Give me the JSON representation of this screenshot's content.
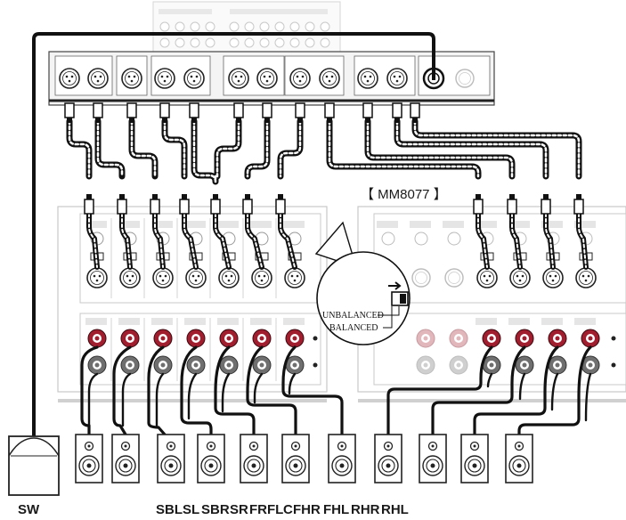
{
  "model_label": "【 MM8077 】",
  "callout": {
    "unbalanced": "UNBALANCED",
    "balanced": "BALANCED"
  },
  "speakers": [
    {
      "code": "SW",
      "type": "subwoofer"
    },
    {
      "code": "SBL",
      "type": "speaker"
    },
    {
      "code": "SL",
      "type": "speaker"
    },
    {
      "code": "SBR",
      "type": "speaker"
    },
    {
      "code": "SR",
      "type": "speaker"
    },
    {
      "code": "FR",
      "type": "speaker"
    },
    {
      "code": "FL",
      "type": "speaker"
    },
    {
      "code": "C",
      "type": "speaker"
    },
    {
      "code": "FHR",
      "type": "speaker"
    },
    {
      "code": "FHL",
      "type": "speaker"
    },
    {
      "code": "RHR",
      "type": "speaker"
    },
    {
      "code": "RHL",
      "type": "speaker"
    }
  ],
  "colors": {
    "line": "#111111",
    "panel_stroke": "#c8c8c8",
    "terminal_red": "#a01e2e",
    "terminal_red_faded": "#e2b7bc"
  }
}
